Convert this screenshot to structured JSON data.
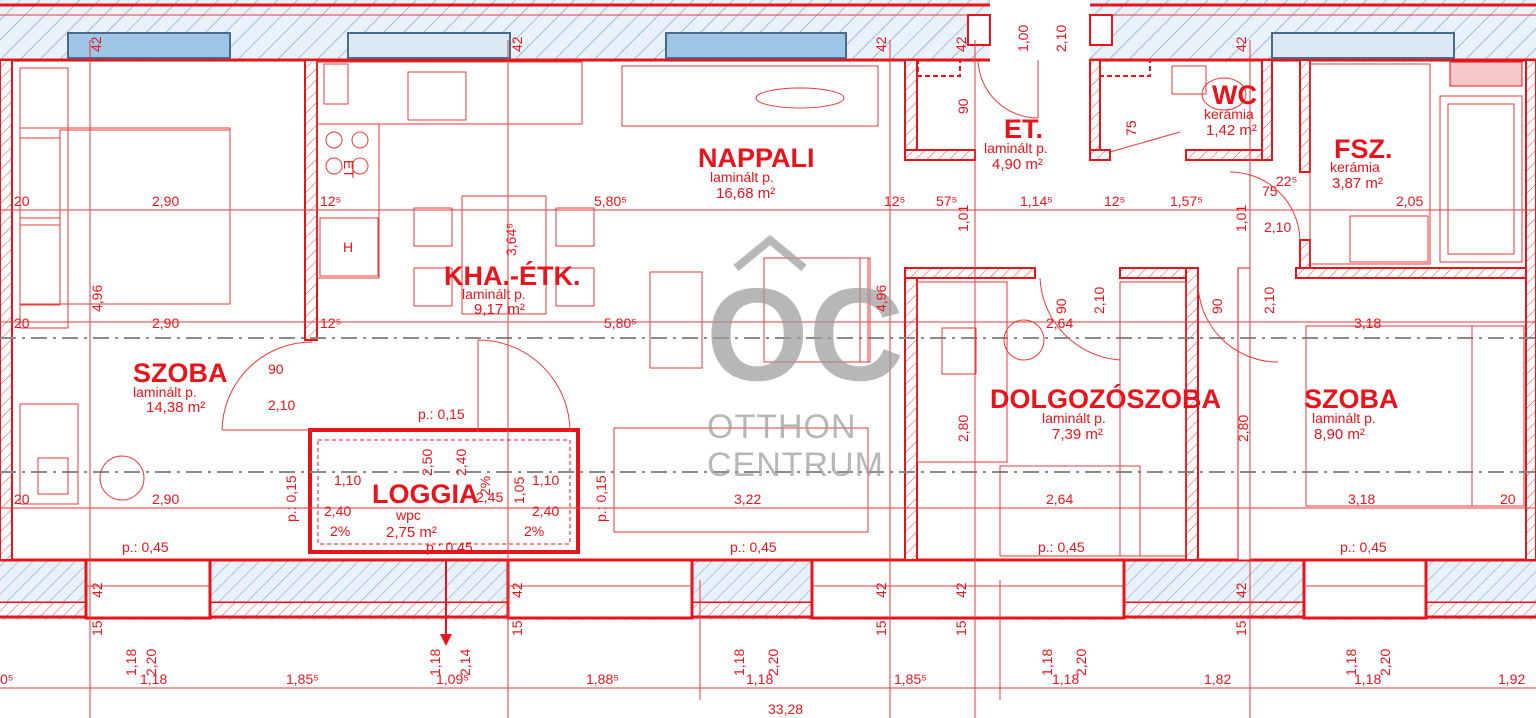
{
  "rooms": {
    "szoba1": {
      "name": "SZOBA",
      "floor": "laminált p.",
      "area": "14,38 m²"
    },
    "kha": {
      "name": "KHA.-ÉTK.",
      "floor": "laminált p.",
      "area": "9,17 m²"
    },
    "nappali": {
      "name": "NAPPALI",
      "floor": "laminált p.",
      "area": "16,68 m²"
    },
    "et": {
      "name": "ET.",
      "floor": "laminált p.",
      "area": "4,90 m²"
    },
    "wc": {
      "name": "WC",
      "floor": "kerámia",
      "area": "1,42 m²"
    },
    "fsz": {
      "name": "FSZ.",
      "floor": "kerámia",
      "area": "3,87 m²"
    },
    "loggia": {
      "name": "LOGGIA",
      "floor": "wpc",
      "area": "2,75 m²"
    },
    "dolgozo": {
      "name": "DOLGOZÓSZOBA",
      "floor": "laminált p.",
      "area": "7,39 m²"
    },
    "szoba2": {
      "name": "SZOBA",
      "floor": "laminált p.",
      "area": "8,90 m²"
    }
  },
  "dimensions": {
    "d_290a": "2,90",
    "d_290b": "2,90",
    "d_290c": "2,90",
    "d_20a": "20",
    "d_20b": "20",
    "d_20c": "20",
    "d_20d": "20",
    "d_125a": "12⁵",
    "d_125b": "12⁵",
    "d_125c": "12⁵",
    "d_125d": "12⁵",
    "d_580a": "5,80⁵",
    "d_580b": "5,80⁵",
    "d_364": "3,64⁵",
    "d_57": "57⁵",
    "d_114": "1,14⁵",
    "d_157": "1,57⁵",
    "d_205": "2,05",
    "d_496a": "4,96",
    "d_496b": "4,96",
    "d_90a": "90",
    "d_90b": "90",
    "d_90c": "90",
    "d_90d": "90",
    "d_210a": "2,10",
    "d_210b": "2,10",
    "d_210c": "2,10",
    "d_210d": "2,10",
    "d_210e": "2,10",
    "d_100": "1,00",
    "d_75a": "75",
    "d_75b": "75",
    "d_101a": "1,01",
    "d_101b": "1,01",
    "d_22": "22⁵",
    "d_264a": "2,64",
    "d_264b": "2,64",
    "d_318a": "3,18",
    "d_318b": "3,18",
    "d_280a": "2,80",
    "d_280b": "2,80",
    "d_322": "3,22",
    "d_p015a": "p.: 0,15",
    "d_p015b": "p.: 0,15",
    "d_p015c": "p.: 0,15",
    "d_250": "2,50",
    "d_240a": "2,40",
    "d_240b": "2,40",
    "d_240c": "2,40",
    "d_110a": "1,10",
    "d_110b": "1,10",
    "d_245": "2,45",
    "d_105": "1,05",
    "d_2pa": "2%",
    "d_2pb": "2%",
    "d_2pc": "2%",
    "d_p045a": "p.: 0,45",
    "d_p045b": "p.: 0,45",
    "d_p045c": "p.: 0,45",
    "d_p045d": "p.: 0,45",
    "d_p045e": "p.: 0,45",
    "d_42": "42",
    "d_15": "15",
    "d_118": "1,18",
    "d_220": "2,20",
    "d_214": "2,14",
    "b_05": "0⁵",
    "b_118a": "1,18",
    "b_185a": "1,85⁵",
    "b_109": "1,09⁵",
    "b_188": "1,88⁵",
    "b_118b": "1,18",
    "b_185b": "1,85⁵",
    "b_118c": "1,18",
    "b_182": "1,82",
    "b_118d": "1,18",
    "b_192": "1,92",
    "total": "33,28",
    "h_letter": "H",
    "et_letter": "ET"
  },
  "logo": {
    "mark": "OC",
    "line1": "OTTHON",
    "line2": "CENTRUM"
  },
  "colors": {
    "line": "#e8141b",
    "hatch": "#5b8fbf",
    "glass": "#9fc6e6",
    "logo": "#9a9a9a"
  }
}
